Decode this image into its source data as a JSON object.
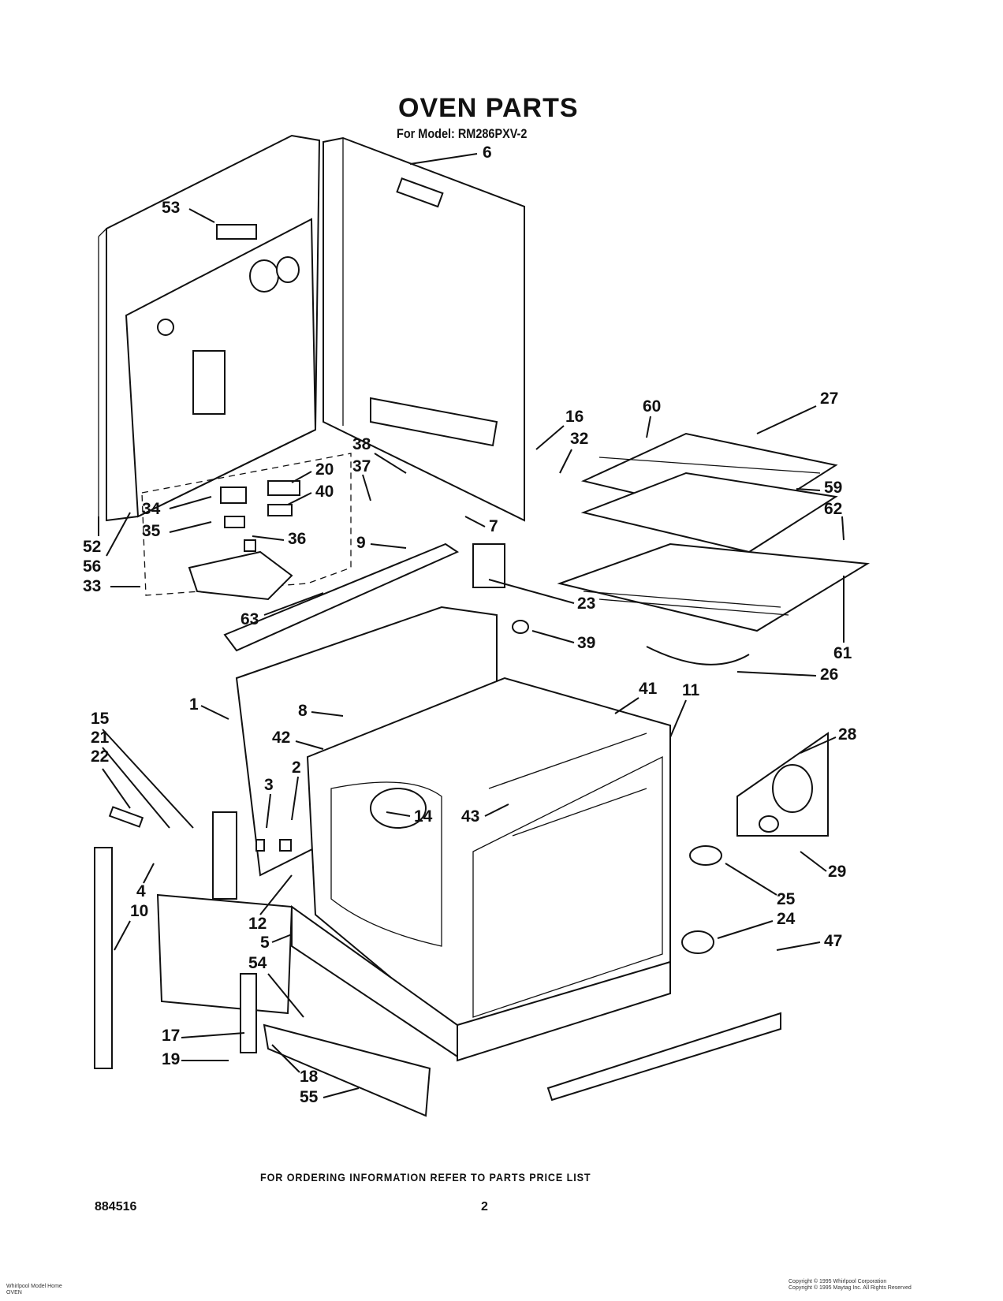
{
  "header": {
    "title": "OVEN PARTS",
    "subtitle": "For Model: RM286PXV-2"
  },
  "footer": {
    "ordering_note": "FOR ORDERING INFORMATION REFER TO PARTS PRICE LIST",
    "figure_number": "884516",
    "page_number": "2",
    "left_caption": [
      "Whirlpool Model Home",
      "OVEN"
    ],
    "copyright": [
      "Copyright © 1995 Whirlpool Corporation",
      "Copyright © 1995 Maytag Inc. All Rights Reserved"
    ]
  },
  "callouts": [
    "53",
    "6",
    "16",
    "27",
    "60",
    "32",
    "38",
    "20",
    "37",
    "40",
    "7",
    "59",
    "62",
    "34",
    "35",
    "36",
    "9",
    "52",
    "56",
    "33",
    "63",
    "23",
    "39",
    "61",
    "26",
    "1",
    "8",
    "41",
    "11",
    "15",
    "21",
    "22",
    "42",
    "2",
    "3",
    "14",
    "43",
    "28",
    "4",
    "12",
    "25",
    "10",
    "29",
    "24",
    "5",
    "54",
    "47",
    "17",
    "19",
    "18",
    "55"
  ]
}
